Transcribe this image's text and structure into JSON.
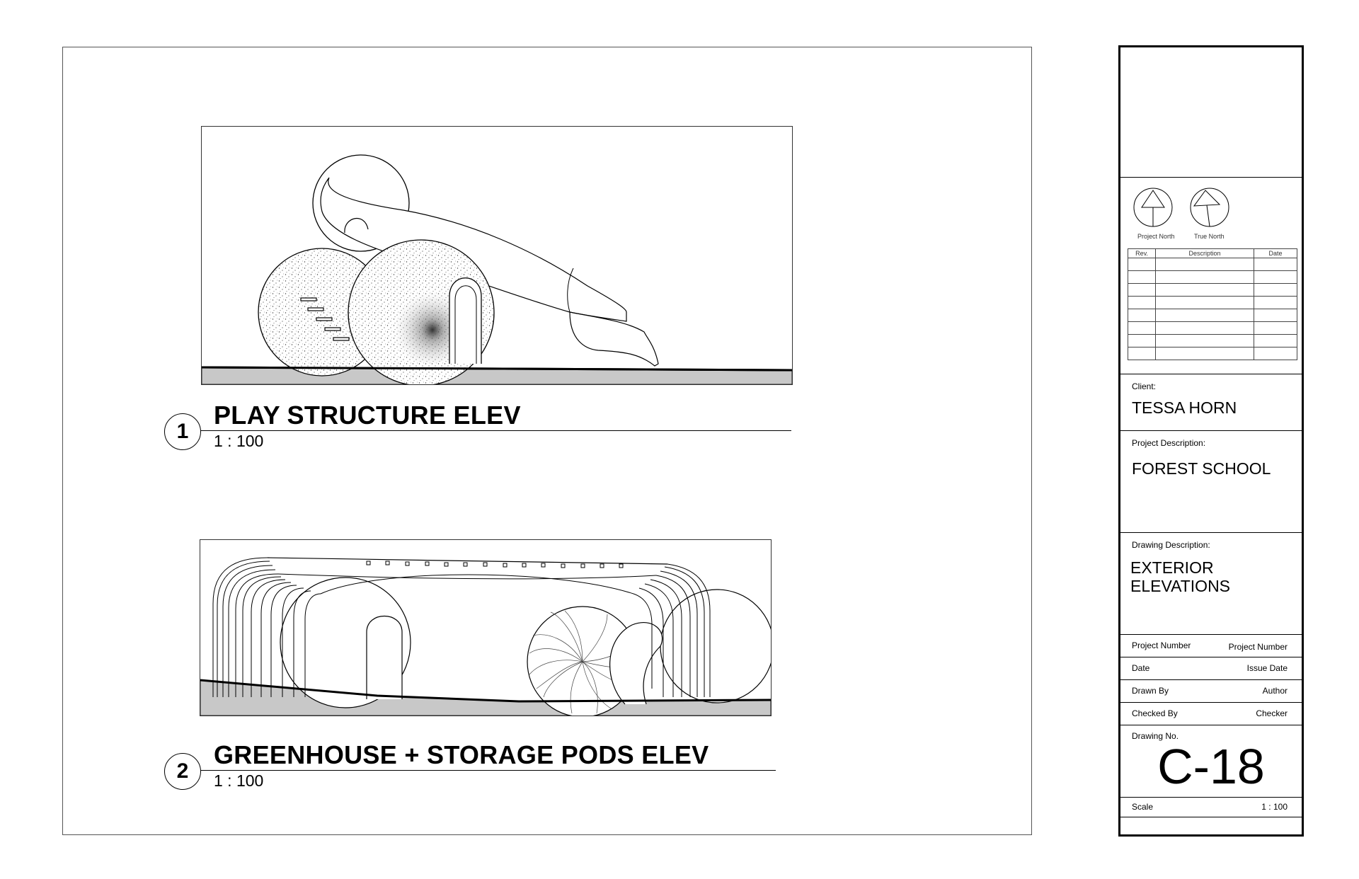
{
  "views": [
    {
      "number": "1",
      "title": "PLAY STRUCTURE ELEV",
      "scale": "1 : 100"
    },
    {
      "number": "2",
      "title": "GREENHOUSE + STORAGE PODS ELEV",
      "scale": "1 : 100"
    }
  ],
  "titleblock": {
    "north_labels": [
      "Project North",
      "True North"
    ],
    "revision_headers": [
      "Rev.",
      "Description",
      "Date"
    ],
    "client_label": "Client:",
    "client": "TESSA HORN",
    "project_desc_label": "Project Description:",
    "project_desc": "FOREST SCHOOL",
    "drawing_desc_label": "Drawing Description:",
    "drawing_desc_line1": "EXTERIOR",
    "drawing_desc_line2": "ELEVATIONS",
    "fields": [
      {
        "label": "Project Number",
        "value": "Project Number"
      },
      {
        "label": "Date",
        "value": "Issue Date"
      },
      {
        "label": "Drawn By",
        "value": "Author"
      },
      {
        "label": "Checked By",
        "value": "Checker"
      }
    ],
    "drawing_no_label": "Drawing No.",
    "drawing_no": "C-18",
    "scale_label": "Scale",
    "scale_value": "1 : 100"
  }
}
